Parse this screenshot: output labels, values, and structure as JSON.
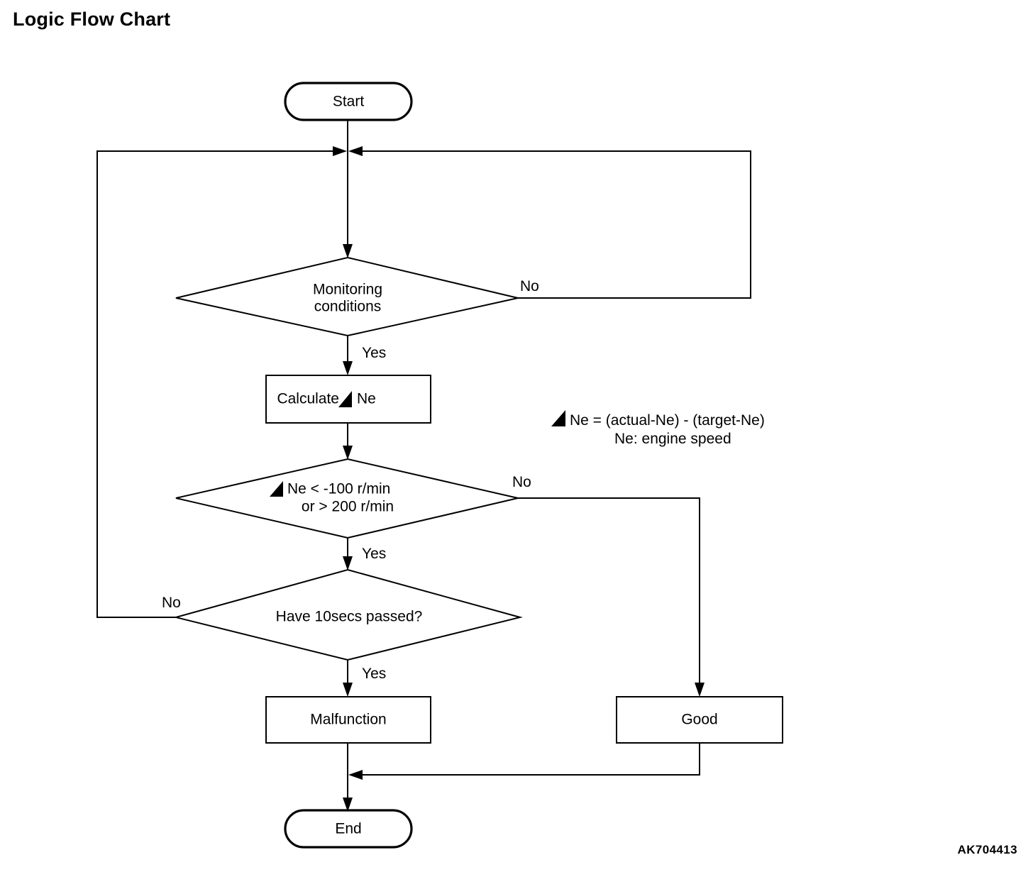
{
  "page": {
    "title": "Logic Flow Chart",
    "reference_code": "AK704413"
  },
  "chart_data": {
    "type": "diagram",
    "diagram_kind": "flowchart",
    "title": "Logic Flow Chart",
    "nodes": [
      {
        "id": "start",
        "shape": "terminator",
        "label": "Start"
      },
      {
        "id": "monitoring",
        "shape": "decision",
        "label_line1": "Monitoring",
        "label_line2": "conditions"
      },
      {
        "id": "calculate",
        "shape": "process",
        "label_prefix": "Calculate",
        "label_symbol": "∆",
        "label_suffix": "Ne"
      },
      {
        "id": "threshold",
        "shape": "decision",
        "label_line1_symbol": "∆",
        "label_line1": "Ne < -100 r/min",
        "label_line2": "or > 200 r/min"
      },
      {
        "id": "timer",
        "shape": "decision",
        "label": "Have 10secs passed?"
      },
      {
        "id": "malfunction",
        "shape": "process",
        "label": "Malfunction"
      },
      {
        "id": "good",
        "shape": "process",
        "label": "Good"
      },
      {
        "id": "end",
        "shape": "terminator",
        "label": "End"
      }
    ],
    "edges": [
      {
        "from": "start",
        "to": "monitoring",
        "label": ""
      },
      {
        "from": "monitoring",
        "to": "calculate",
        "label": "Yes"
      },
      {
        "from": "monitoring",
        "to": "monitoring",
        "label": "No",
        "routing": "right-loop-back-to-top"
      },
      {
        "from": "calculate",
        "to": "threshold",
        "label": ""
      },
      {
        "from": "threshold",
        "to": "timer",
        "label": "Yes"
      },
      {
        "from": "threshold",
        "to": "good",
        "label": "No"
      },
      {
        "from": "timer",
        "to": "malfunction",
        "label": "Yes"
      },
      {
        "from": "timer",
        "to": "monitoring",
        "label": "No",
        "routing": "left-loop-back-to-top"
      },
      {
        "from": "malfunction",
        "to": "end",
        "label": ""
      },
      {
        "from": "good",
        "to": "end",
        "label": ""
      }
    ],
    "notes": [
      {
        "id": "note-delta-ne",
        "symbol": "∆",
        "text": "Ne = (actual-Ne) - (target-Ne)"
      },
      {
        "id": "note-engine-speed",
        "text": "Ne:  engine speed"
      }
    ]
  },
  "labels": {
    "start": "Start",
    "end": "End",
    "monitoring_line1": "Monitoring",
    "monitoring_line2": "conditions",
    "calculate_prefix": "Calculate",
    "calculate_suffix": "Ne",
    "threshold_line1": "Ne < -100 r/min",
    "threshold_line2": "or > 200 r/min",
    "timer": "Have 10secs passed?",
    "malfunction": "Malfunction",
    "good": "Good",
    "yes_1": "Yes",
    "yes_2": "Yes",
    "yes_3": "Yes",
    "no_1": "No",
    "no_2": "No",
    "no_3": "No",
    "note_line1": "Ne = (actual-Ne) - (target-Ne)",
    "note_line2": "Ne:  engine speed",
    "delta_symbol": "∆"
  }
}
